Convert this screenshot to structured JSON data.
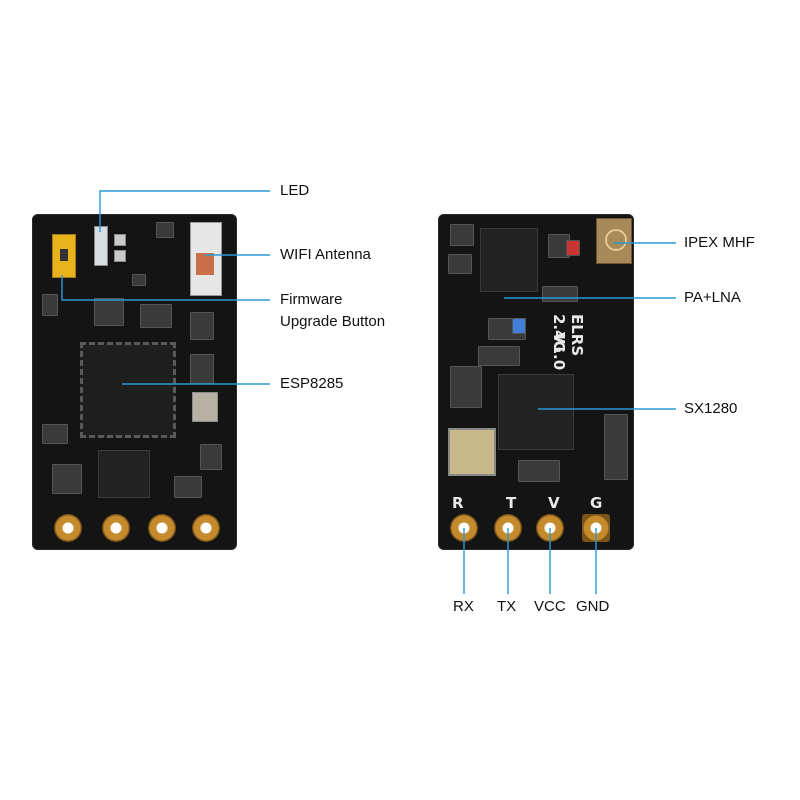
{
  "labels": {
    "led": "LED",
    "wifi_antenna": "WIFI Antenna",
    "firmware_line1": "Firmware",
    "firmware_line2": "Upgrade Button",
    "esp8285": "ESP8285",
    "ipex_mhf": "IPEX MHF",
    "pa_lna": "PA+LNA",
    "sx1280": "SX1280",
    "rx": "RX",
    "tx": "TX",
    "vcc": "VCC",
    "gnd": "GND"
  },
  "silkscreen": {
    "board_name": "ELRS 2.4G",
    "version": "V1.0",
    "pin_r": "R",
    "pin_t": "T",
    "pin_v": "V",
    "pin_g": "G"
  },
  "colors": {
    "leader_line": "#2a9ad6",
    "board": "#141414",
    "pad_gold": "#c48a2c"
  }
}
